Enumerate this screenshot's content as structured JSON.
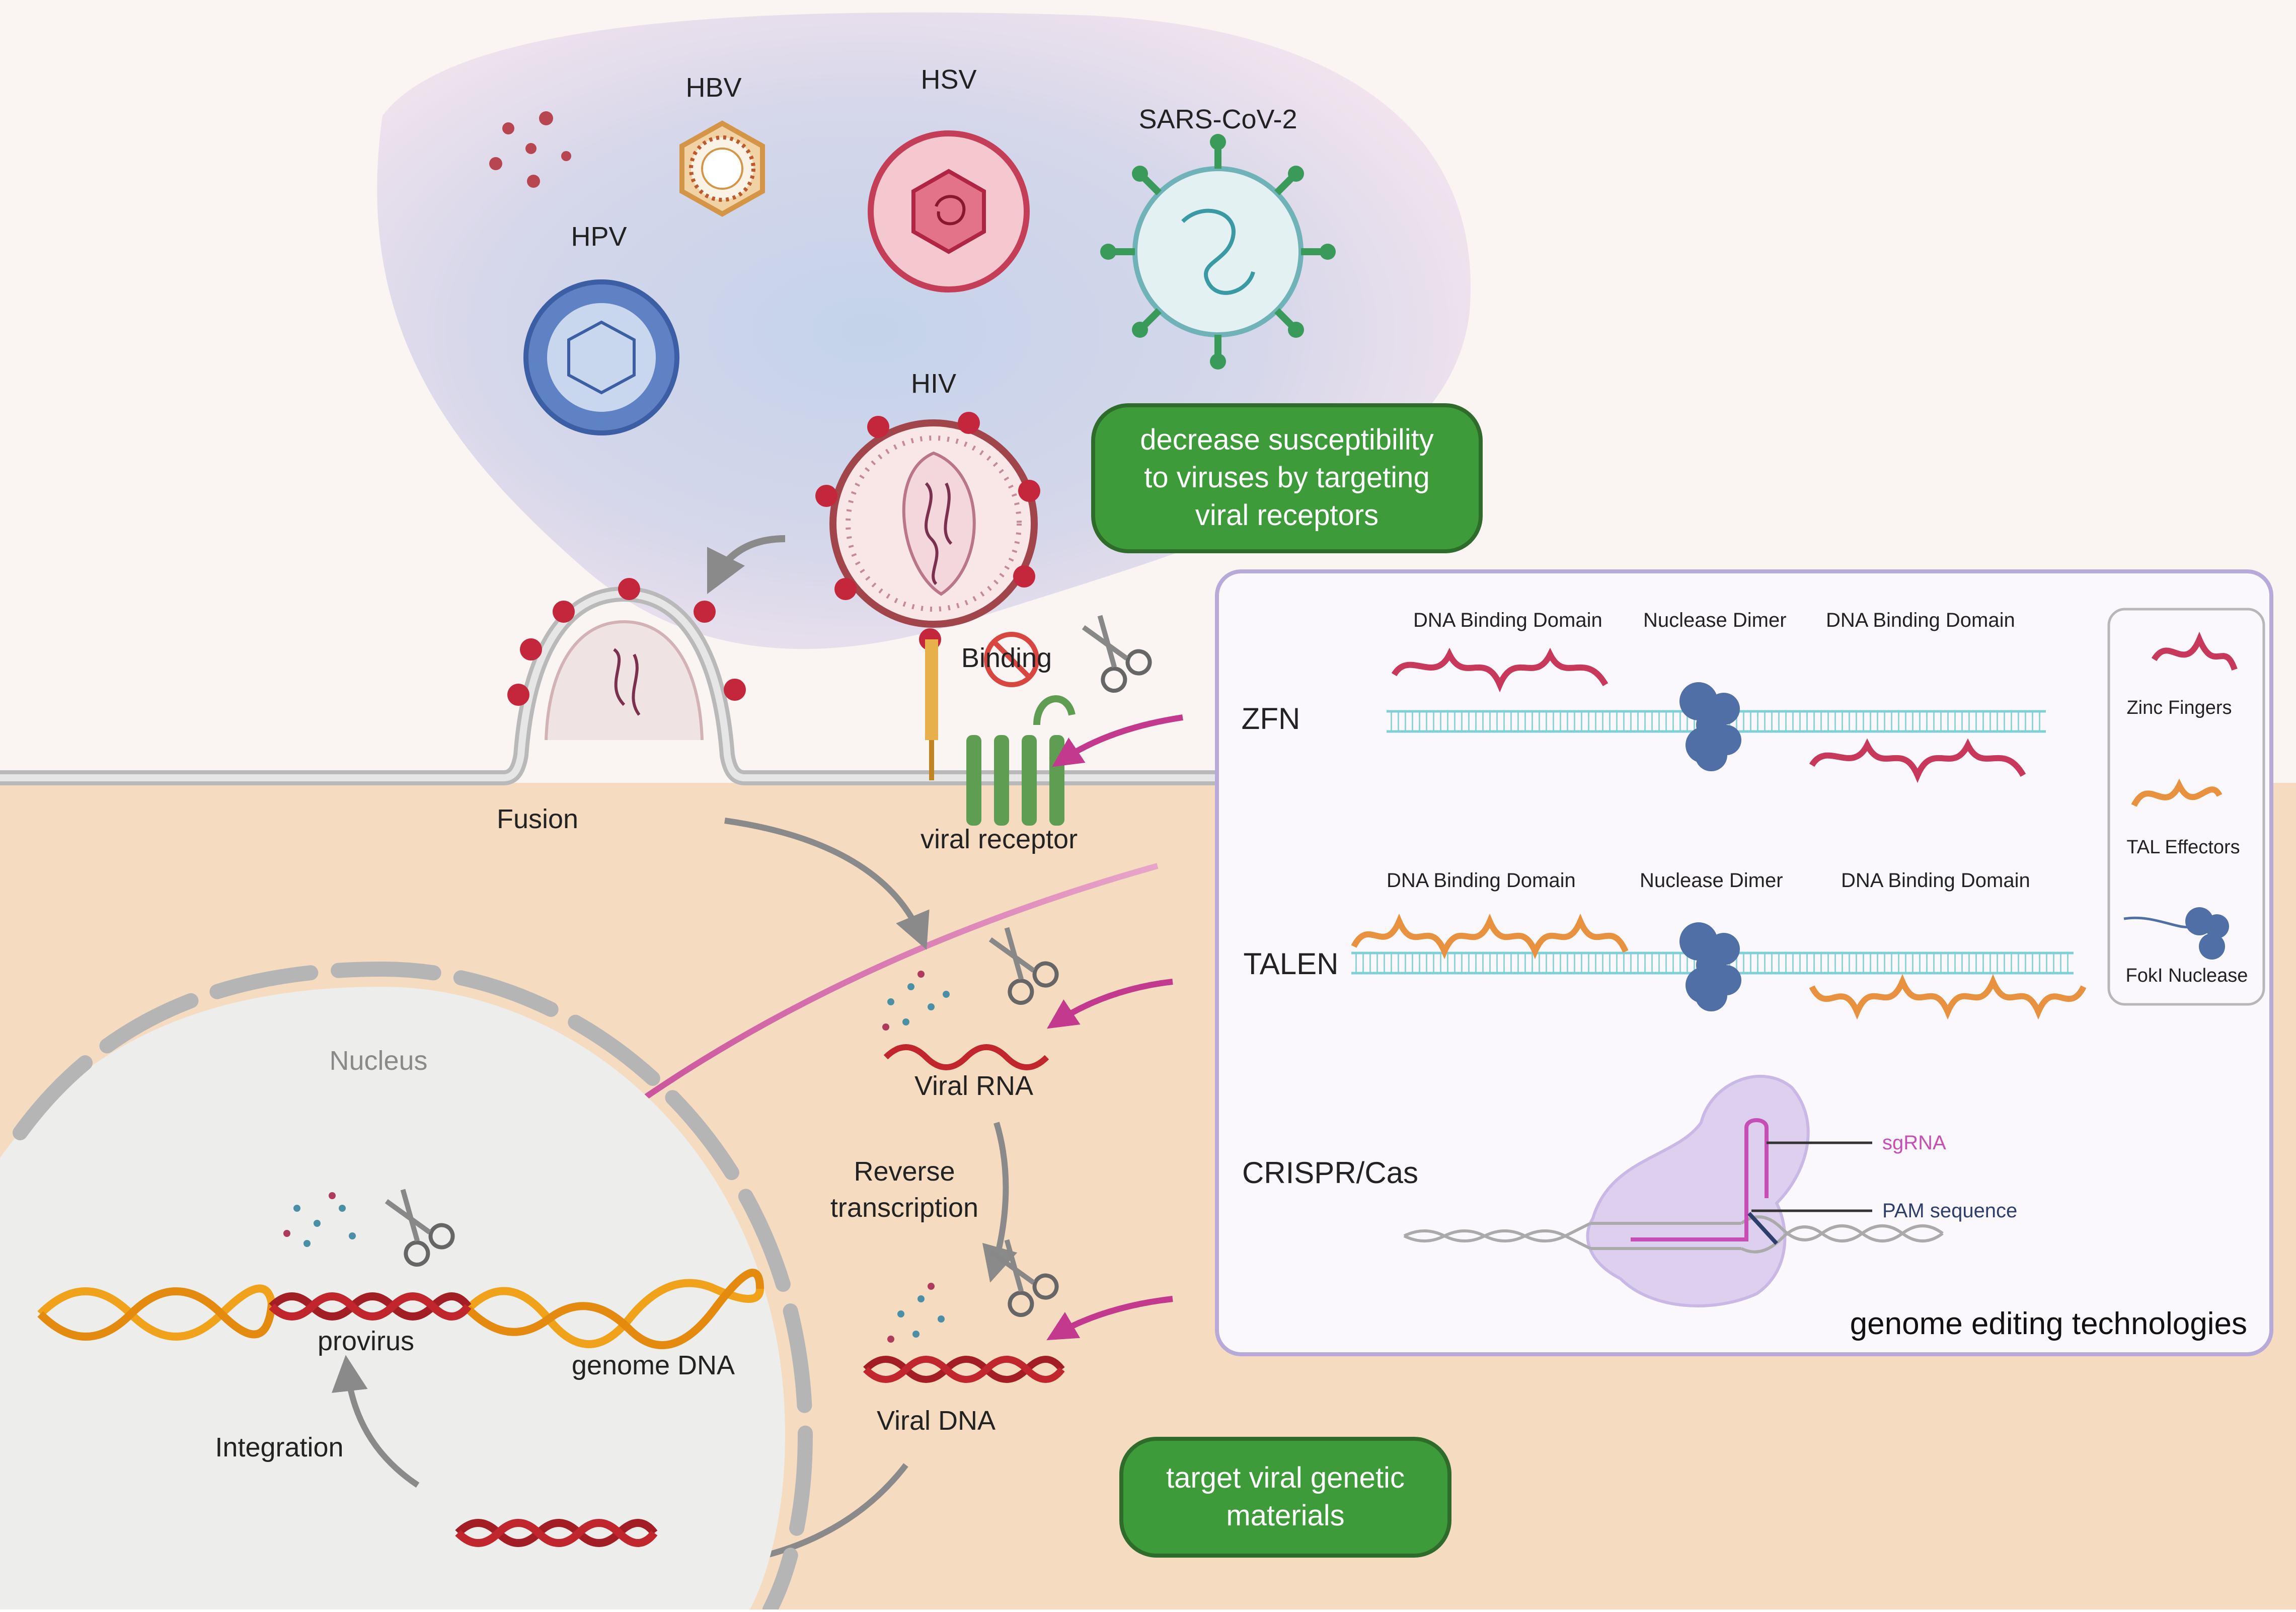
{
  "viruses": {
    "hbv": "HBV",
    "hsv": "HSV",
    "sars": "SARS-CoV-2",
    "hpv": "HPV",
    "hiv": "HIV"
  },
  "callouts": {
    "receptor_line1": "decrease susceptibility",
    "receptor_line2": "to viruses by targeting",
    "receptor_line3": "viral receptors",
    "genetic_line1": "target viral genetic",
    "genetic_line2": "materials"
  },
  "lifecycle": {
    "binding": "Binding",
    "fusion": "Fusion",
    "viral_receptor": "viral receptor",
    "viral_rna": "Viral RNA",
    "reverse_line1": "Reverse",
    "reverse_line2": "transcription",
    "viral_dna": "Viral DNA",
    "nucleus": "Nucleus",
    "provirus": "provirus",
    "genome_dna": "genome DNA",
    "integration": "Integration"
  },
  "panel": {
    "title": "genome editing technologies",
    "zfn": "ZFN",
    "talen": "TALEN",
    "crispr": "CRISPR/Cas",
    "dna_binding_domain": "DNA Binding Domain",
    "nuclease_dimer": "Nuclease Dimer",
    "sgrna": "sgRNA",
    "pam_sequence": "PAM sequence"
  },
  "legend": {
    "zinc_fingers": "Zinc Fingers",
    "tal_effectors": "TAL Effectors",
    "foki_nuclease": "FokI Nuclease"
  },
  "colors": {
    "callout_green": "#3e9b3a",
    "callout_border": "#2f6b2b",
    "cytoplasm": "#f5dcc1",
    "extracellular": "#faf4f3",
    "virus_cloud": "#cfd7ea",
    "nucleus": "#ededeb",
    "magenta_arrow": "#c2398e",
    "zinc_finger": "#c8385b",
    "tal_effector": "#e8913f",
    "foki": "#4f6fa6",
    "dna_cyan": "#7ecfd8",
    "viral_red": "#a31d24",
    "genome_orange": "#f0a21a",
    "panel_border": "#b7a9d8"
  },
  "icons": {
    "scissors": "scissors-icon",
    "no_binding": "no-entry-icon"
  }
}
